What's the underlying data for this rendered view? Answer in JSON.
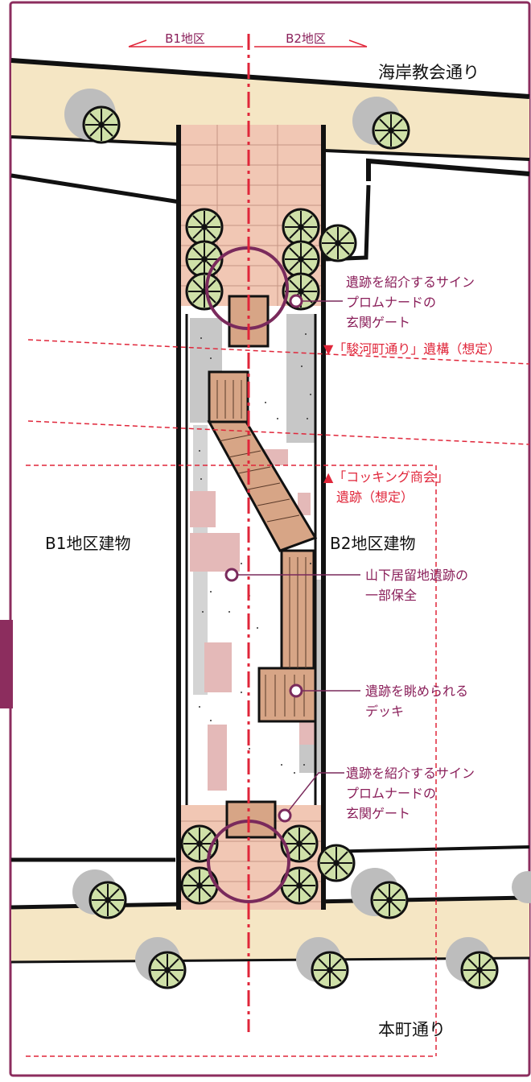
{
  "map": {
    "district_labels": {
      "b1": "B1地区",
      "b2": "B2地区"
    },
    "streets": {
      "top": "海岸教会通り",
      "bottom": "本町通り"
    },
    "buildings": {
      "left": "B1地区建物",
      "right": "B2地区建物"
    },
    "annotations": {
      "gate_top": [
        "遺跡を紹介するサイン",
        "プロムナードの",
        "玄関ゲート"
      ],
      "surugacho": "▼「駿河町通り」遺構（想定）",
      "cocking": [
        "▲「コッキング商会」",
        "遺跡（想定）"
      ],
      "ruins_preserved": [
        "山下居留地遺跡の",
        "一部保全"
      ],
      "deck": [
        "遺跡を眺められる",
        "デッキ"
      ],
      "gate_bottom": [
        "遺跡を紹介するサイン",
        "プロムナードの",
        "玄関ゲート"
      ]
    },
    "colors": {
      "label_purple": "#8a1f5a",
      "circle_purple": "#7a2a5c",
      "annotation_red": "#e0263a",
      "road_beige": "#f5e6c4",
      "paving_pink": "#f1c7b4",
      "tree_green": "#cfe0a8",
      "tree_shadow": "#b9b9b9",
      "side_tab": "#8c2d5e"
    },
    "icons": [
      "tree-icon",
      "gate-circle-icon",
      "leader-dot-icon",
      "triangle-down-icon",
      "triangle-up-icon"
    ]
  }
}
